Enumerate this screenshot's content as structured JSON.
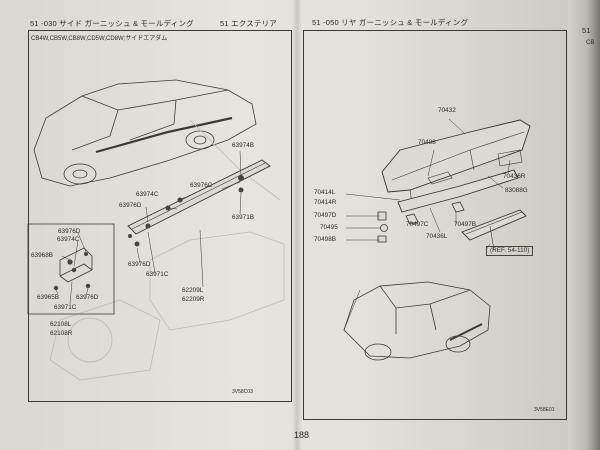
{
  "left_page": {
    "section_header": "51 -030 サイド ガーニッシュ & モールディング",
    "center_header": "51 エクステリア",
    "model_note": "CB4W,CB5W,CB8W,CD5W,CD8W;サイドエアダム",
    "labels": {
      "p63974B": "63974B",
      "p63976C": "63976C",
      "p63974C": "63974C",
      "p63976D_a": "63976D",
      "p63971B": "63971B",
      "p63976D_b": "63976D",
      "p63971C_a": "63971C",
      "p62209L": "62209L",
      "p62209R": "62209R",
      "p63976D_c": "63976D",
      "p63974C_b": "63974C",
      "p63968B": "63968B",
      "p63965B": "63965B",
      "p63976D_d": "63976D",
      "p63971C_b": "63971C",
      "p62108L": "62108L",
      "p62108R": "62108R"
    },
    "figure_code": "3V58C03"
  },
  "right_page": {
    "section_header": "51 -050 リヤ ガーニッシュ & モールディング",
    "labels": {
      "p70432": "70432",
      "p70488": "70488",
      "p70436R": "70436R",
      "p83088G": "83088G",
      "p70414L": "70414L",
      "p70414R": "70414R",
      "p70497D": "70497D",
      "p70495": "70495",
      "p70498B": "70498B",
      "p70497C": "70497C",
      "p70497B": "70497B",
      "p70436L": "70436L"
    },
    "reference": "REF. 54-110",
    "figure_code": "3V58E01"
  },
  "far_right": {
    "section_header": "51",
    "model_note": "CB"
  },
  "page_number": "188"
}
